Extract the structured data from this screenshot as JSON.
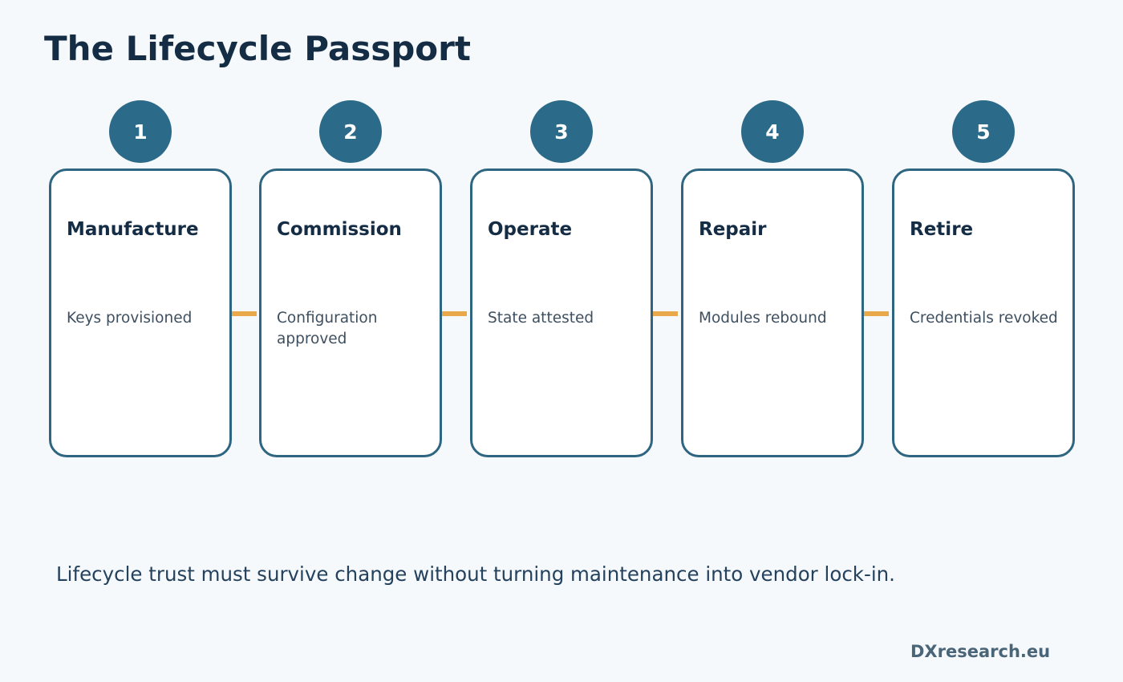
{
  "title": "The Lifecycle Passport",
  "steps": [
    {
      "number": "1",
      "title": "Manufacture",
      "description": "Keys provisioned"
    },
    {
      "number": "2",
      "title": "Commission",
      "description": "Configuration approved"
    },
    {
      "number": "3",
      "title": "Operate",
      "description": "State attested"
    },
    {
      "number": "4",
      "title": "Repair",
      "description": "Modules rebound"
    },
    {
      "number": "5",
      "title": "Retire",
      "description": "Credentials revoked"
    }
  ],
  "footnote": "Lifecycle trust must survive change without turning maintenance into vendor lock-in.",
  "brand": "DXresearch.eu",
  "colors": {
    "background": "#f6f9fb",
    "badge": "#2c6a89",
    "card_border": "#2e6580",
    "connector": "#e9a94a",
    "title_text": "#152c45"
  }
}
